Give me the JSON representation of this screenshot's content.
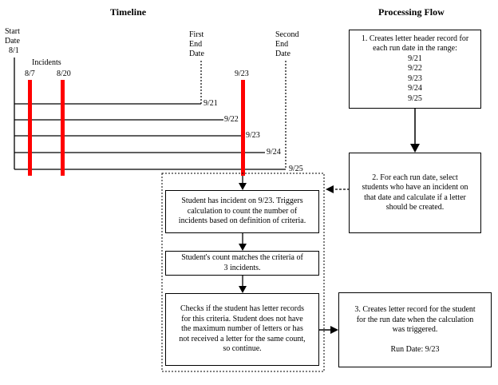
{
  "headings": {
    "timeline": "Timeline",
    "processing_flow": "Processing Flow"
  },
  "timeline": {
    "start_date": [
      "Start",
      "Date",
      "8/1"
    ],
    "incidents_label": "Incidents",
    "incident_dates": [
      "8/7",
      "8/20",
      "9/23"
    ],
    "first_end_date": [
      "First",
      "End",
      "Date"
    ],
    "second_end_date": [
      "Second",
      "End",
      "Date"
    ],
    "run_dates": [
      "9/21",
      "9/22",
      "9/23",
      "9/24",
      "9/25"
    ],
    "colors": {
      "incident_bar": "#ff0000",
      "line": "#000000"
    }
  },
  "flow": {
    "step1": {
      "lines": [
        "1. Creates letter header record for",
        "each run date in the range:",
        "9/21",
        "9/22",
        "9/23",
        "9/24",
        "9/25"
      ]
    },
    "step2": {
      "lines": [
        "2. For each run date, select",
        "students who have an incident on",
        "that date and calculate if a letter",
        "should be created."
      ]
    },
    "step3": {
      "lines": [
        "3. Creates letter record for the student",
        "for the run date when the calculation",
        "was triggered.",
        "",
        "Run Date: 9/23"
      ]
    }
  },
  "detail": {
    "box_a": [
      "Student has incident on 9/23. Triggers",
      "calculation to count the number of",
      "incidents based on definition of criteria."
    ],
    "box_b": [
      "Student's count matches the criteria of",
      "3 incidents."
    ],
    "box_c": [
      "Checks if the student has letter records",
      "for this criteria. Student does not have",
      "the maximum number of letters or has",
      "not received a letter for the same count,",
      "so continue."
    ]
  }
}
